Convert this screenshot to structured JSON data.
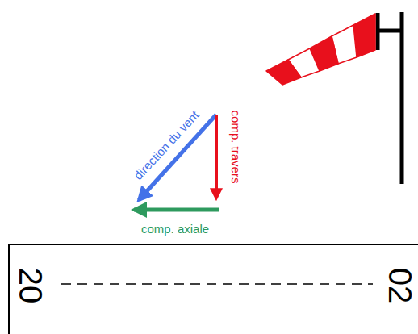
{
  "diagram": {
    "nodes": [
      {
        "text": [
          "20",
          "02"
        ]
      }
    ],
    "labels": [
      "direction du vent",
      "comp. travers",
      "comp. axiale"
    ]
  }
}
